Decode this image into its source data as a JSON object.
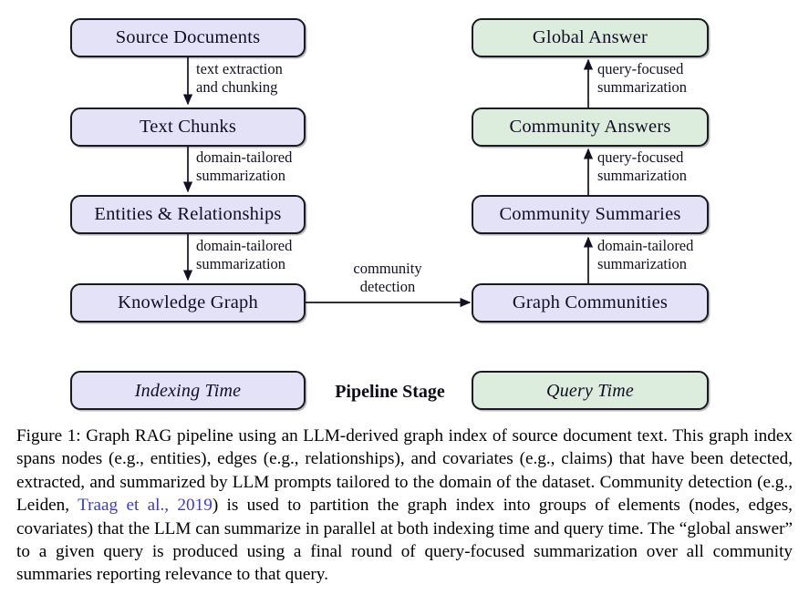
{
  "figure": {
    "indexing_nodes": [
      {
        "id": "source-documents",
        "label": "Source Documents"
      },
      {
        "id": "text-chunks",
        "label": "Text Chunks"
      },
      {
        "id": "entities-relationships",
        "label": "Entities & Relationships"
      },
      {
        "id": "knowledge-graph",
        "label": "Knowledge Graph"
      }
    ],
    "query_nodes": [
      {
        "id": "global-answer",
        "label": "Global Answer"
      },
      {
        "id": "community-answers",
        "label": "Community Answers"
      },
      {
        "id": "community-summaries",
        "label": "Community Summaries"
      },
      {
        "id": "graph-communities",
        "label": "Graph Communities"
      }
    ],
    "edge_labels": {
      "indexing_1": {
        "line1": "text extraction",
        "line2": "and chunking"
      },
      "indexing_2": {
        "line1": "domain-tailored",
        "line2": "summarization"
      },
      "indexing_3": {
        "line1": "domain-tailored",
        "line2": "summarization"
      },
      "bridge": {
        "line1": "community",
        "line2": "detection"
      },
      "query_1": {
        "line1": "domain-tailored",
        "line2": "summarization"
      },
      "query_2": {
        "line1": "query-focused",
        "line2": "summarization"
      },
      "query_3": {
        "line1": "query-focused",
        "line2": "summarization"
      }
    },
    "legend": {
      "indexing_label": "Indexing Time",
      "stage_label": "Pipeline Stage",
      "query_label": "Query Time"
    },
    "colors": {
      "indexing_fill": "#e3e2f6",
      "query_fill": "#dcecdd",
      "border": "#1a1a22",
      "citation_link": "#3b3fbe"
    }
  },
  "caption": {
    "label": "Figure 1:",
    "part1": "  Graph RAG pipeline using an LLM-derived graph index of source document text. This graph index spans nodes (e.g., entities), edges (e.g., relationships), and covariates (e.g., claims) that have been detected, extracted, and summarized by LLM prompts tailored to the domain of the dataset. Community detection (e.g., Leiden, ",
    "citation": "Traag et al., 2019",
    "part2": ") is used to partition the graph index into groups of elements (nodes, edges, covariates) that the LLM can summarize in parallel at both indexing time and query time. The “global answer” to a given query is produced using a final round of query-focused summarization over all community summaries reporting relevance to that query."
  }
}
